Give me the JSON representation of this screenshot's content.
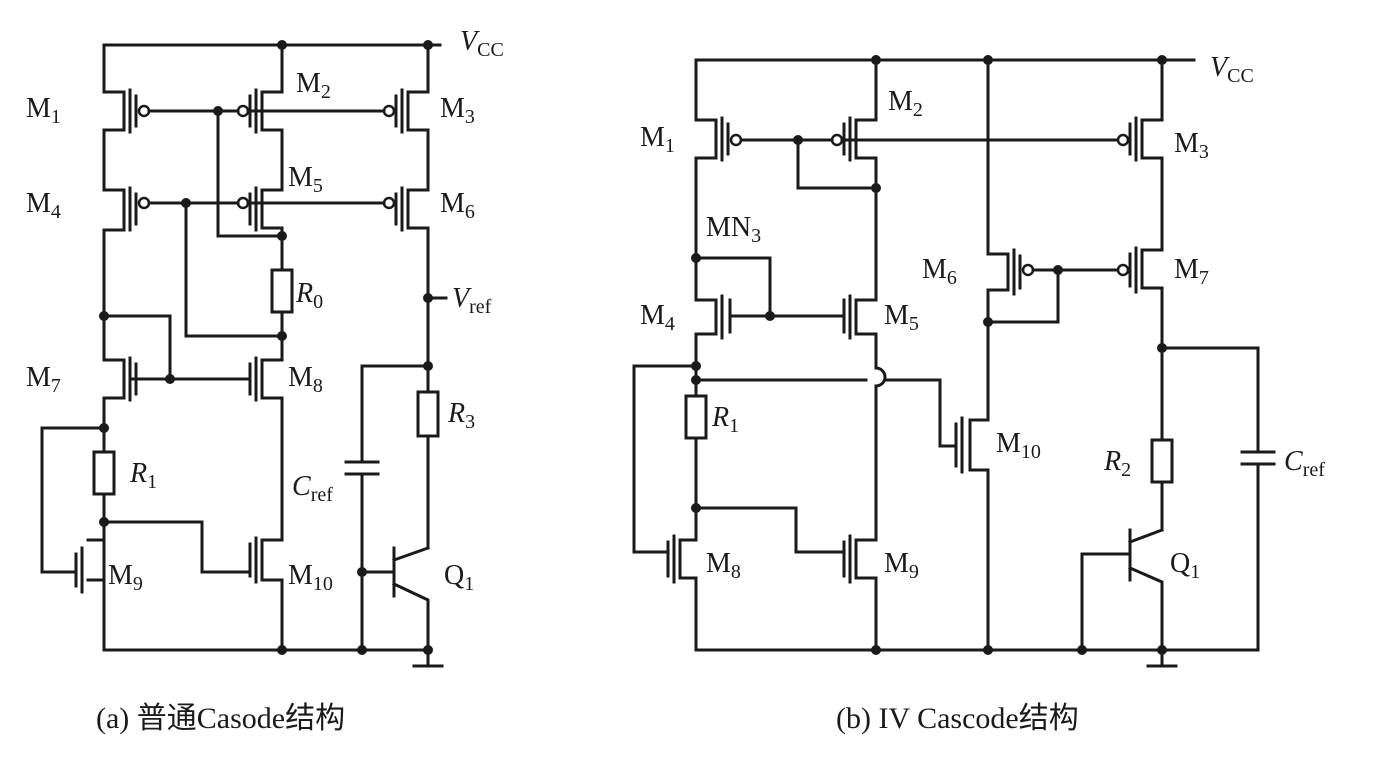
{
  "circuit_a": {
    "caption": "(a) 普通Casode结构",
    "vcc": "V",
    "vcc_sub": "CC",
    "vref": "V",
    "vref_sub": "ref",
    "m1": "M",
    "m1_sub": "1",
    "m2": "M",
    "m2_sub": "2",
    "m3": "M",
    "m3_sub": "3",
    "m4": "M",
    "m4_sub": "4",
    "m5": "M",
    "m5_sub": "5",
    "m6": "M",
    "m6_sub": "6",
    "m7": "M",
    "m7_sub": "7",
    "m8": "M",
    "m8_sub": "8",
    "m9": "M",
    "m9_sub": "9",
    "m10": "M",
    "m10_sub": "10",
    "r0": "R",
    "r0_sub": "0",
    "r1": "R",
    "r1_sub": "1",
    "r3": "R",
    "r3_sub": "3",
    "cref": "C",
    "cref_sub": "ref",
    "q1": "Q",
    "q1_sub": "1"
  },
  "circuit_b": {
    "caption": "(b) IV Cascode结构",
    "vcc": "V",
    "vcc_sub": "CC",
    "m1": "M",
    "m1_sub": "1",
    "m2": "M",
    "m2_sub": "2",
    "m3": "M",
    "m3_sub": "3",
    "mn3": "MN",
    "mn3_sub": "3",
    "m4": "M",
    "m4_sub": "4",
    "m5": "M",
    "m5_sub": "5",
    "m6": "M",
    "m6_sub": "6",
    "m7": "M",
    "m7_sub": "7",
    "m8": "M",
    "m8_sub": "8",
    "m9": "M",
    "m9_sub": "9",
    "m10": "M",
    "m10_sub": "10",
    "r1": "R",
    "r1_sub": "1",
    "r2": "R",
    "r2_sub": "2",
    "cref": "C",
    "cref_sub": "ref",
    "q1": "Q",
    "q1_sub": "1"
  }
}
